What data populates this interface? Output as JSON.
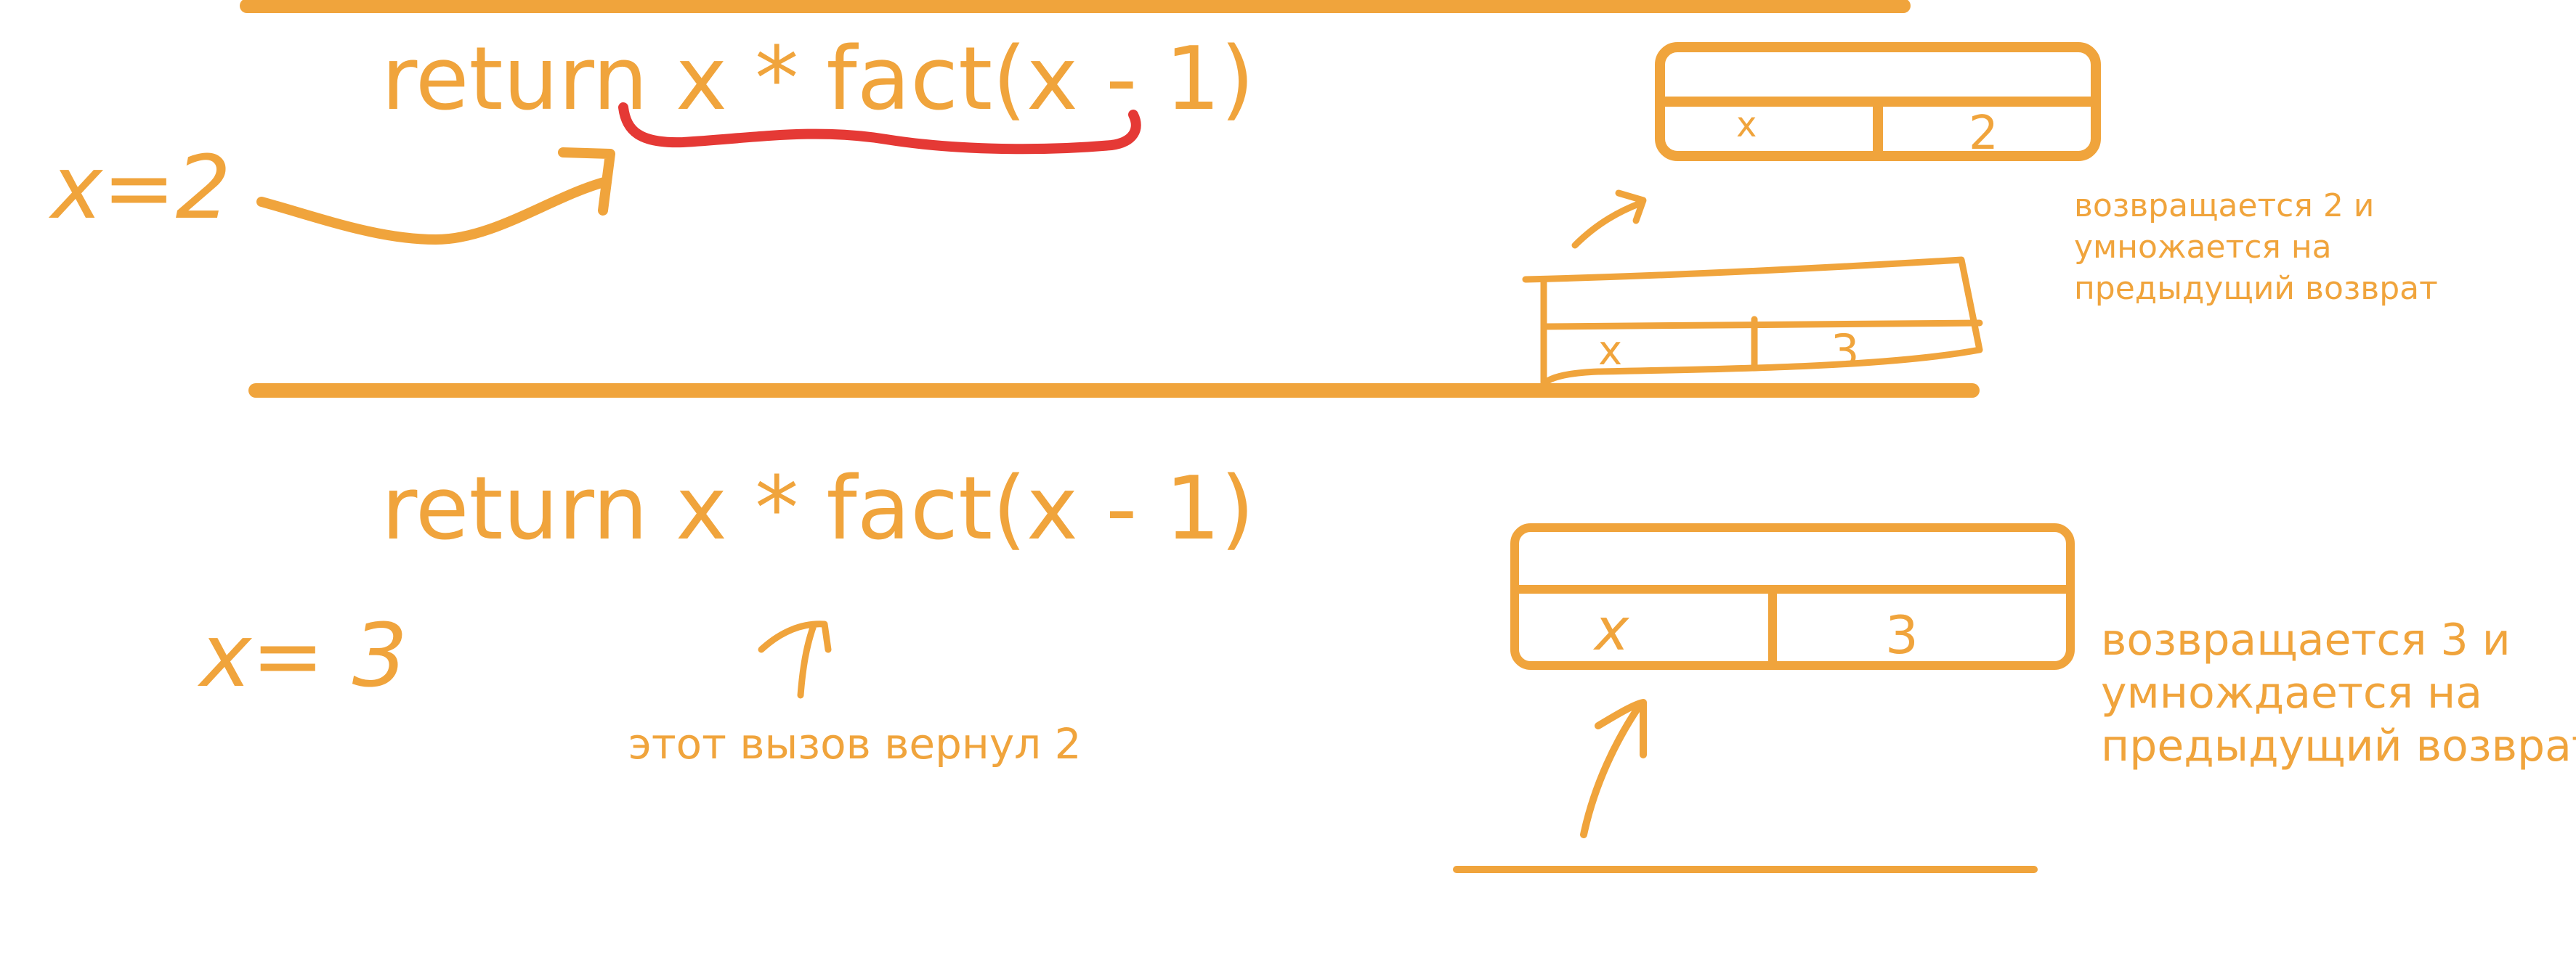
{
  "colors": {
    "stroke": "#f0a43c",
    "text": "#f0a43c",
    "highlight": "#e53935",
    "background": "#ffffff"
  },
  "frame_top": {
    "code": "return x * fact(x - 1)",
    "arg_label": "x=2",
    "stack_cell_name": "x",
    "stack_cell_value": "2",
    "note_lines": [
      "возвращается 2 и",
      "умножается на",
      "предыдущий возврат"
    ],
    "sketch_cell_name": "x",
    "sketch_cell_value": "3"
  },
  "frame_bottom": {
    "code": "return x * fact(x - 1)",
    "arg_label": "x= 3",
    "call_note": "этот вызов вернул 2",
    "stack_cell_name": "x",
    "stack_cell_value": "3",
    "note_lines": [
      "возвращается 3 и",
      "умнождается на",
      "предыдущий возврат"
    ]
  }
}
